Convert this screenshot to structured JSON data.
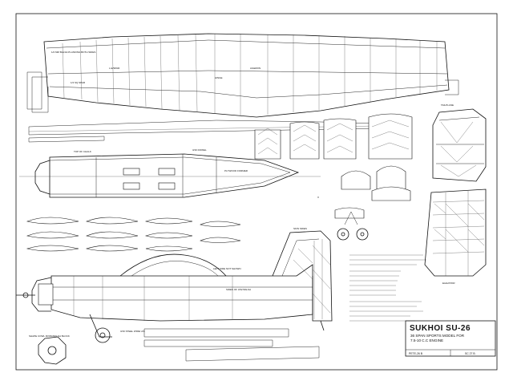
{
  "title_block": {
    "title": "SUKHOI SU-26",
    "line1": "36 SPAN SPORTS MODEL FOR",
    "line2": "7.5-10 C.C ENGINE",
    "footer_left": "PETE-26 B",
    "footer_right": "SC 27 B"
  },
  "labels": {
    "wing_note": "1/2 MM BALSA PLANKING BOTH SIDES",
    "wing_leading_edge": "L.E/SPAR",
    "wing_spar": "1/4 SQ SPAR",
    "wing_hinge": "HINGE",
    "aileron": "AILERON",
    "fuselage_top": "TOP OF CHALK",
    "fuselage_dowel": "3/16 DOWEL",
    "fuselage_plywood": "PLYWOOD FORMER",
    "fin_note": "SKIN SIDES",
    "tail_skin": "LEFT SIDE NOT SHOWN",
    "fuselage_side": "SIDES OF 3/32 BALSA",
    "undercarriage": "3/16 STEEL WIRE U/C",
    "cowl": "SHAPE COWL FROM BALSA BLOCK",
    "tailplane": "TAILPLANE",
    "elevator": "ELEVATOR",
    "view_ref": "X"
  }
}
